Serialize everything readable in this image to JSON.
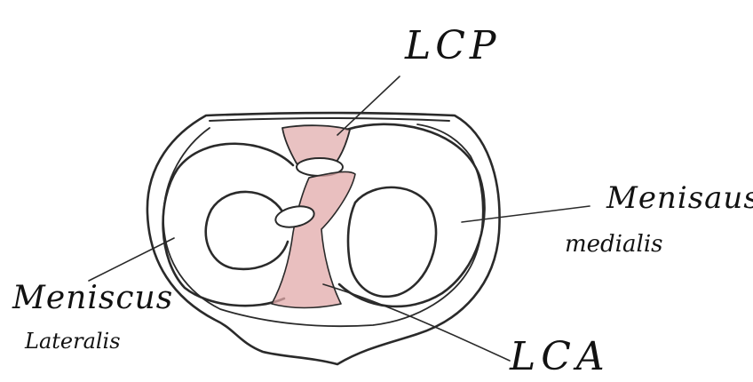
{
  "labels": {
    "pcl": "LCP",
    "acl": "LCA",
    "medial_1": "Menisaus",
    "medial_2": "medialis",
    "lateral_1": "Meniscus",
    "lateral_2": "Lateralis"
  },
  "colors": {
    "ink": "#1f1f1f",
    "ligament": "#c98a8a",
    "paper": "#ffffff"
  }
}
